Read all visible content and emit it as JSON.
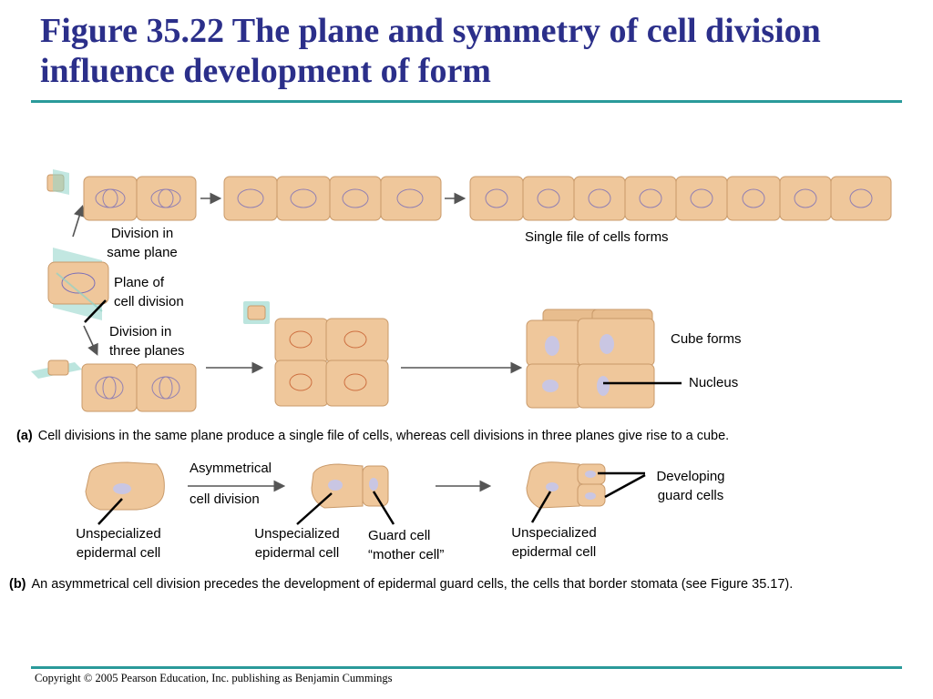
{
  "title": "Figure 35.22 The plane and symmetry of cell division influence development of form",
  "colors": {
    "title": "#2b2f8a",
    "rule": "#2a9a9a",
    "cell_fill": "#efc79b",
    "cell_stroke": "#c99a6a",
    "plane": "#8fd3c8",
    "nucleus": "#c9c6e3",
    "spindle": "#7b6fb8"
  },
  "part_a": {
    "labels": {
      "division_same_plane": [
        "Division in",
        "same plane"
      ],
      "plane_of_division": [
        "Plane of",
        "cell division"
      ],
      "division_three_planes": [
        "Division in",
        "three planes"
      ],
      "single_file": "Single file of cells forms",
      "cube_forms": "Cube forms",
      "nucleus": "Nucleus"
    },
    "caption_letter": "(a)",
    "caption": "Cell divisions in the same plane produce a single file of cells, whereas cell divisions in three planes give rise to a cube."
  },
  "part_b": {
    "labels": {
      "asym_top": "Asymmetrical",
      "asym_bottom": "cell division",
      "unspec_1": [
        "Unspecialized",
        "epidermal cell"
      ],
      "unspec_2": [
        "Unspecialized",
        "epidermal cell"
      ],
      "guard_mother": [
        "Guard cell",
        "“mother cell”"
      ],
      "unspec_3": [
        "Unspecialized",
        "epidermal cell"
      ],
      "developing_guard": [
        "Developing",
        "guard cells"
      ]
    },
    "caption_letter": "(b)",
    "caption": "An asymmetrical cell division precedes the development of epidermal guard cells, the cells that border stomata (see Figure 35.17)."
  },
  "footer": "Copyright © 2005 Pearson Education, Inc. publishing as Benjamin Cummings"
}
